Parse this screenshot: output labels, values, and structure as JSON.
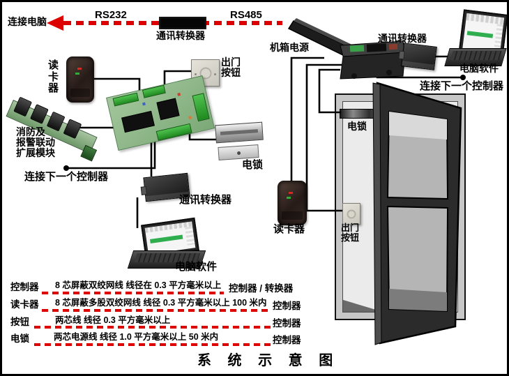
{
  "palette": {
    "accent_red": "#dd0000",
    "wire_black": "#000000",
    "pcb_green": "#8fbb8a"
  },
  "top_bus": {
    "connect_pc_label": "连接电脑",
    "rs232_label": "RS232",
    "rs485_label": "RS485",
    "converter_label": "通讯转换器"
  },
  "left_branch": {
    "reader_label": "读卡器",
    "exit_button_label": "出门按钮",
    "fire_module_lines": [
      "消防及",
      "报警联动",
      "扩展模块"
    ],
    "next_controller_label": "连接下一个控制器",
    "lock_label": "电锁",
    "converter_label": "通讯转换器",
    "software_label": "电脑软件"
  },
  "right_branch": {
    "chassis_power_label": "机箱电源",
    "converter_label": "通讯转换器",
    "software_label": "电脑软件",
    "next_controller_label": "连接下一个控制器",
    "door": {
      "lock_label": "电锁",
      "exit_button_label": "出门按钮",
      "reader_label": "读卡器"
    }
  },
  "wiring_table": {
    "rows": [
      {
        "from": "控制器",
        "spec": "8 芯屏蔽双绞网线  线径在 0.3 平方毫米以上",
        "to": "控制器 / 转换器"
      },
      {
        "from": "读卡器",
        "spec": "8 芯屏蔽多股双绞网线  线径 0.3 平方毫米以上  100 米内",
        "to": "控制器"
      },
      {
        "from": "按钮",
        "spec": "两芯线   线径 0.3 平方毫米以上",
        "to": "控制器"
      },
      {
        "from": "电锁",
        "spec": "两芯电源线   线径 1.0 平方毫米以上   50 米内",
        "to": "控制器"
      }
    ]
  },
  "title": "系 统 示 意 图"
}
